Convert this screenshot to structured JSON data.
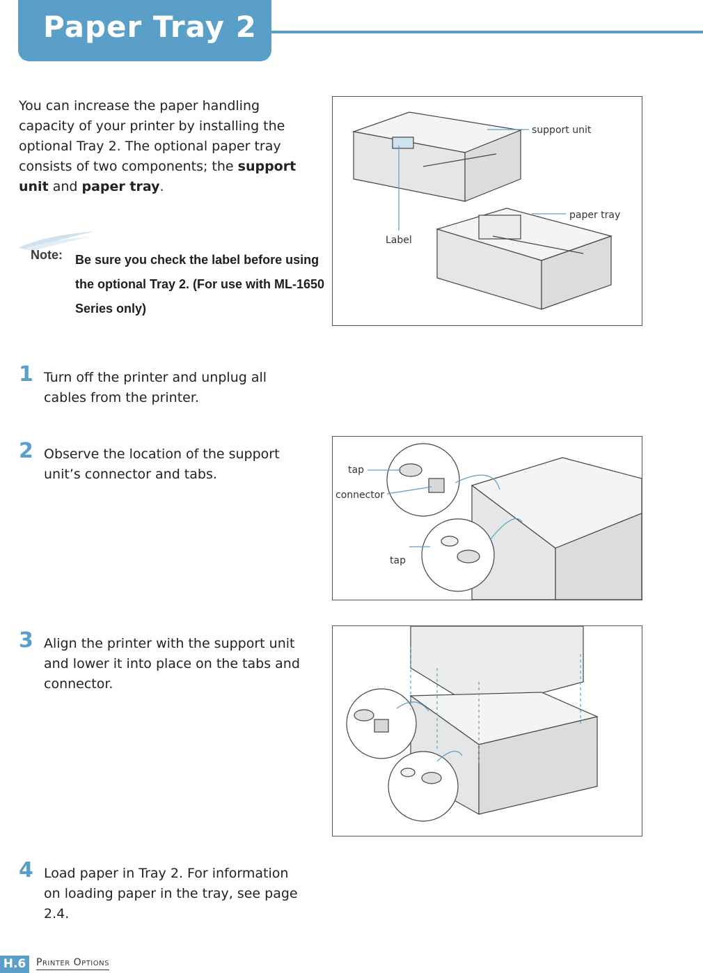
{
  "page_title": "Paper Tray 2",
  "intro": {
    "text_before": "You can increase the paper handling capacity of your printer by installing the optional Tray 2. The optional paper tray consists of two components; the ",
    "bold_1": "support unit",
    "text_mid": " and ",
    "bold_2": "paper tray",
    "text_after": "."
  },
  "note": {
    "label": "Note:",
    "text": "Be sure you check the label before using the optional Tray 2. (For use with ML-1650 Series only)"
  },
  "steps": [
    {
      "number": "1",
      "text": "Turn off the printer and unplug all cables from the printer."
    },
    {
      "number": "2",
      "text": "Observe the location of the support unit’s connector and tabs."
    },
    {
      "number": "3",
      "text": "Align the printer with the support unit and lower it into place on the tabs and connector."
    },
    {
      "number": "4",
      "text": "Load paper in Tray 2. For information on loading paper in the tray, see page 2.4."
    }
  ],
  "figures": {
    "fig1": {
      "support_unit": "support unit",
      "paper_tray": "paper tray",
      "label": "Label"
    },
    "fig2": {
      "tap_top": "tap",
      "connector": "connector",
      "tap_bottom": "tap"
    }
  },
  "footer": {
    "page_number": "H.6",
    "section": "Printer Options"
  },
  "colors": {
    "accent": "#5a9fc8"
  }
}
